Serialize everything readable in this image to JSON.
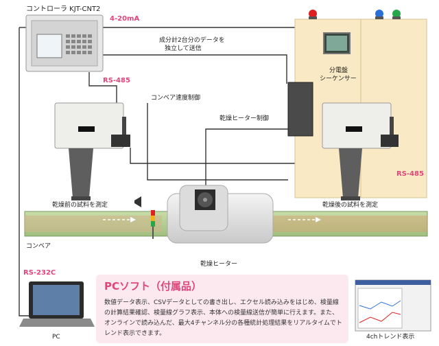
{
  "labels": {
    "controller": "コントローラ KJT-CNT2",
    "signal_4_20": "4-20mA",
    "data_send_line1": "成分計2台分のデータを",
    "data_send_line2": "独立して送信",
    "panel_line1": "分電盤",
    "panel_line2": "シーケンサー",
    "rs485_left": "RS-485",
    "rs485_right": "RS-485",
    "conveyor_speed": "コンベア速度制御",
    "dryer_heater_control": "乾燥ヒーター制御",
    "before_drying": "乾燥前の試料を測定",
    "after_drying": "乾燥後の試料を測定",
    "conveyor": "コンベア",
    "dryer_heater": "乾燥ヒーター",
    "rs232c": "RS-232C",
    "pc": "PC",
    "trend_display": "4chトレンド表示"
  },
  "pc_software": {
    "title": "PCソフト（付属品）",
    "description": "数値データ表示、CSVデータとしての書き出し、エクセル読み込みをはじめ、検量線の計算結果確認、検量線グラフ表示、本体への検量線送信が簡単に行えます。また、オンラインで読み込んだ、最大4チャンネル分の各種統計処理結果をリアルタイムでトレンド表示できます。"
  },
  "colors": {
    "accent": "#e0457b",
    "panel_bg": "#f9e9c4",
    "lamp_red": "#e02020",
    "lamp_blue": "#2a6fd6",
    "lamp_green": "#26a84a"
  }
}
